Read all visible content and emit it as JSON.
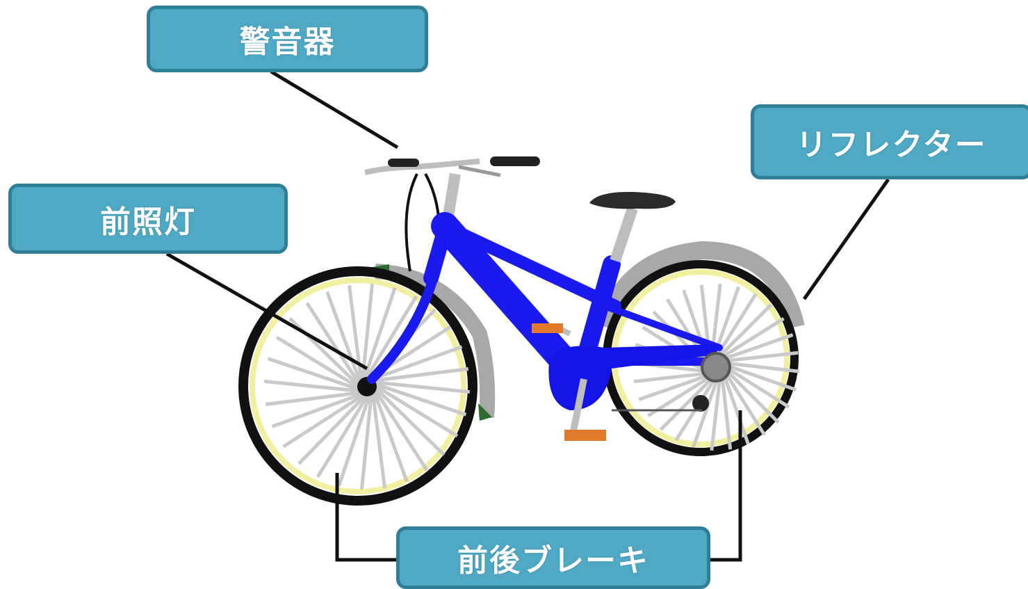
{
  "labels": {
    "horn": "警音器",
    "reflector": "リフレクター",
    "headlight": "前照灯",
    "brakes": "前後ブレーキ"
  },
  "colors": {
    "label_fill": "#4fa9c4",
    "label_border": "#2f7f99",
    "frame": "#1a1aee",
    "rim": "#f3efa0",
    "tire": "#111111",
    "spoke": "#c9c9c9",
    "fender": "#a8a8a8",
    "pedal": "#e07a2a",
    "leader_line": "#111111"
  }
}
